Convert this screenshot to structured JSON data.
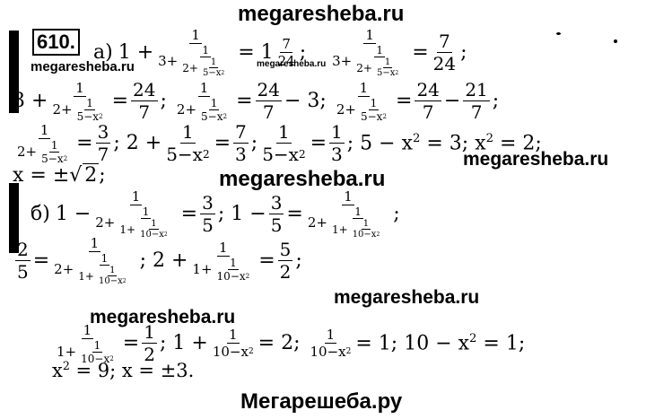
{
  "watermarks": {
    "top": "megaresheba.ru",
    "small1": "megaresheba.ru",
    "small2": "megaresheba.ru",
    "mid1": "megaresheba.ru",
    "right": "megaresheba.ru",
    "mid2": "megaresheba.ru",
    "low": "megaresheba.ru",
    "bottom": "Мегарешеба.ру"
  },
  "problem": {
    "number": "610.",
    "part_a": "а)",
    "part_b": "б)"
  },
  "colors": {
    "text": "#000000",
    "background": "#ffffff"
  }
}
